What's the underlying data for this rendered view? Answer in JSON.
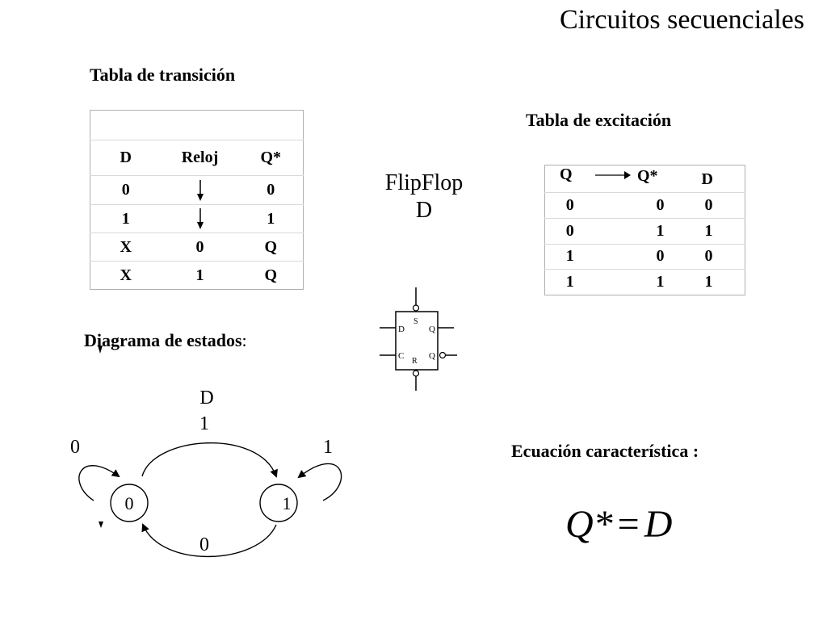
{
  "title": "Circuitos secuenciales",
  "transition": {
    "title": "Tabla de transición",
    "headers": [
      "D",
      "Reloj",
      "Q*"
    ],
    "rows": [
      {
        "d": "0",
        "clock": "",
        "clock_icon": "clock-falling-edge-arrow-icon",
        "q": "0"
      },
      {
        "d": "1",
        "clock": "",
        "clock_icon": "clock-falling-edge-arrow-icon",
        "q": "1"
      },
      {
        "d": "X",
        "clock": "0",
        "q": "Q"
      },
      {
        "d": "X",
        "clock": "1",
        "q": "Q"
      }
    ]
  },
  "flipflop": {
    "label_line1": "FlipFlop",
    "label_line2": "D",
    "pins": {
      "d": "D",
      "set": "S",
      "q": "Q",
      "clock": "C",
      "reset": "R",
      "q_not": "Q"
    }
  },
  "excitation": {
    "title": "Tabla de excitación",
    "headers": [
      "Q",
      "Q*",
      "D"
    ],
    "rows": [
      [
        "0",
        "0",
        "0"
      ],
      [
        "0",
        "1",
        "1"
      ],
      [
        "1",
        "0",
        "0"
      ],
      [
        "1",
        "1",
        "1"
      ]
    ]
  },
  "states": {
    "title": "Diagrama de estados",
    "colon": ":",
    "input_label": "D",
    "state0": "0",
    "state1": "1",
    "arc_0_to_1": "1",
    "arc_1_to_0": "0",
    "self_loop_0": "0",
    "self_loop_1": "1"
  },
  "equation": {
    "title": "Ecuación característica :",
    "lhs": "Q*",
    "op": "=",
    "rhs": "D"
  }
}
